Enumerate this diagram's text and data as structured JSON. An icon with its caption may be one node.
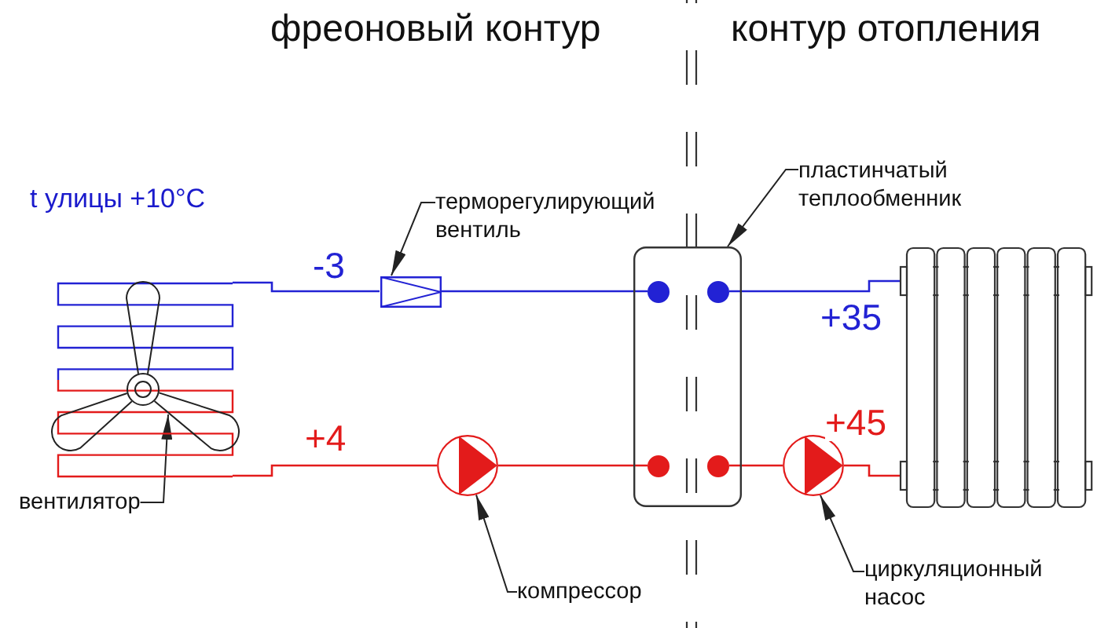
{
  "diagram": {
    "nodes": [
      {
        "text": [],
        "shape": "picture"
      },
      {
        "text": [],
        "shape": "picture"
      },
      {
        "text": [
          "вентилятор"
        ]
      },
      {
        "text": [
          "терморегулирующий вентиль"
        ]
      },
      {
        "text": [],
        "shape": "box"
      },
      {
        "text": [
          "пластинчатый теплообменник"
        ]
      },
      {
        "text": [],
        "shape": "box"
      },
      {
        "text": [],
        "shape": "circle",
        "in": 6
      },
      {
        "text": [],
        "shape": "circle",
        "in": 6
      },
      {
        "text": [],
        "shape": "circle",
        "in": 6
      },
      {
        "text": [],
        "shape": "circle",
        "in": 6
      },
      {
        "text": [],
        "shape": "picture"
      },
      {
        "text": [],
        "shape": "circle"
      },
      {
        "text": [
          "компрессор"
        ]
      },
      {
        "text": [],
        "shape": "circle"
      },
      {
        "text": [
          "циркуляционный насос"
        ]
      }
    ],
    "edges": [
      {
        "from": 0,
        "to": 4,
        "arrow": "none",
        "label": "-3",
        "color": "#2222d4"
      },
      {
        "from": 4,
        "to": 7,
        "arrow": "none",
        "color": "#2222d4"
      },
      {
        "from": 8,
        "to": 11,
        "arrow": "none",
        "label": "+35",
        "color": "#2222d4"
      },
      {
        "from": 0,
        "to": 12,
        "arrow": "none",
        "label": "+4",
        "color": "#e31b1b"
      },
      {
        "from": 12,
        "to": 9,
        "arrow": "none",
        "color": "#e31b1b"
      },
      {
        "from": 10,
        "to": 14,
        "arrow": "none",
        "color": "#e31b1b"
      },
      {
        "from": 14,
        "to": 11,
        "arrow": "none",
        "label": "+45",
        "color": "#e31b1b"
      },
      {
        "from": 2,
        "to": 1,
        "arrow": "to"
      },
      {
        "from": 3,
        "to": 4,
        "arrow": "to"
      },
      {
        "from": 5,
        "to": 6,
        "arrow": "to"
      },
      {
        "from": 13,
        "to": 12,
        "arrow": "to"
      },
      {
        "from": 15,
        "to": 14,
        "arrow": "to"
      }
    ],
    "labels": [
      "фреоновый контур",
      "контур отопления",
      "t улицы +10°C"
    ]
  }
}
